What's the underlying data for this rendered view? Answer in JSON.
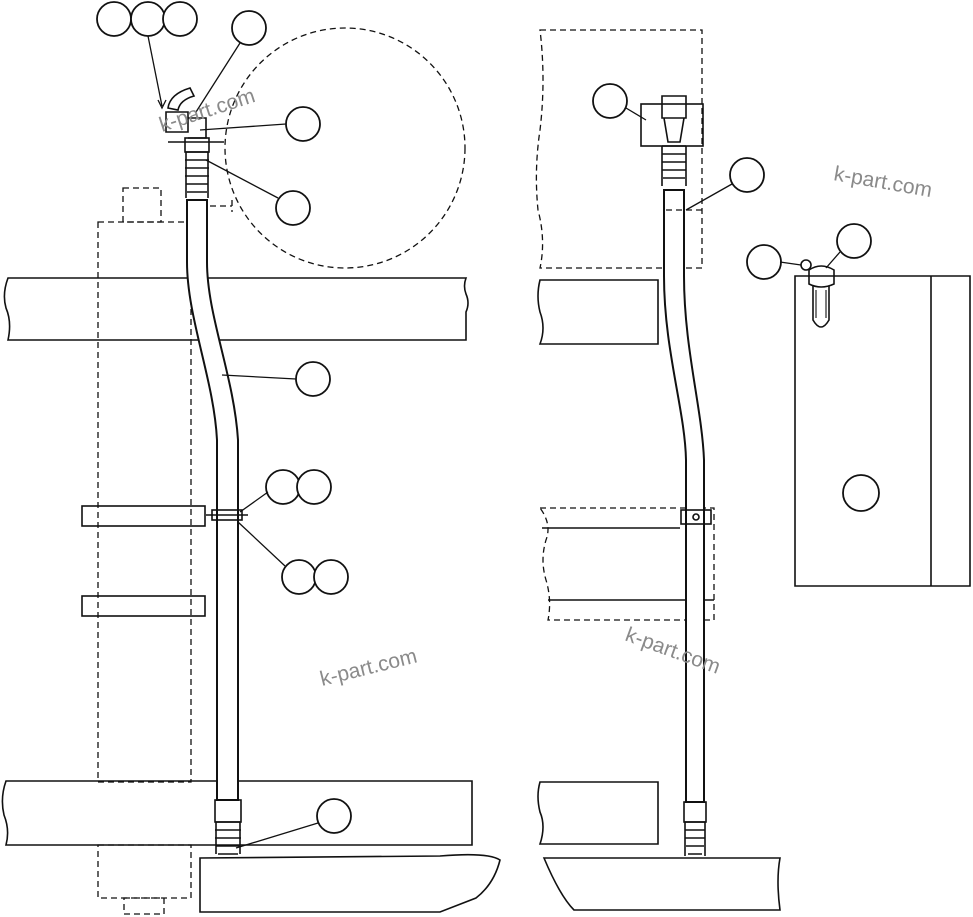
{
  "watermarks": [
    "k-part.com",
    "k-part.com",
    "k-part.com",
    "k-part.com"
  ],
  "colors": {
    "line": "#111111",
    "background": "#ffffff",
    "watermark": "#8a8a8a"
  }
}
